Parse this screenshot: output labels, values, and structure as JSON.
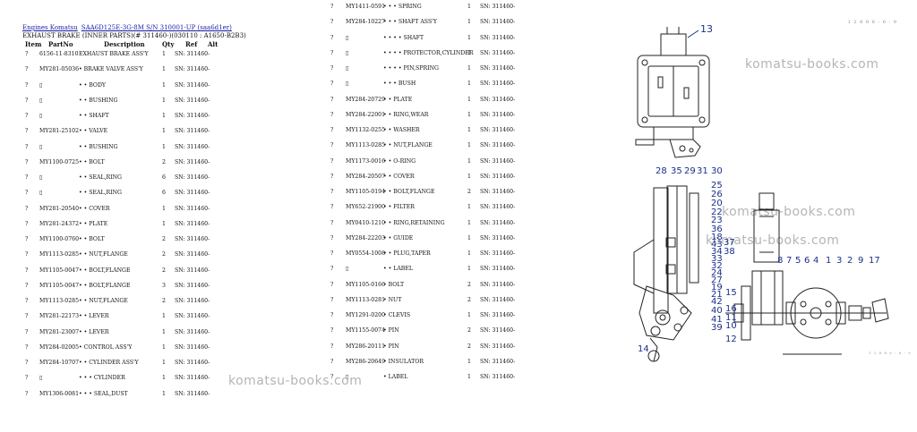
{
  "breadcrumb": [
    "Engines Komatsu",
    "SAA6D125E-3G-8M S/N 310001-UP (saa6d1er)"
  ],
  "subtitle": "EXHAUST BRAKE (INNER PARTS)(# 311460-)(030110 : A1650-B2B3)",
  "columns": {
    "item": "Item",
    "partno": "PartNo",
    "desc": "Description",
    "qty": "Qty",
    "ref": "Ref",
    "alt": "Alt"
  },
  "left_rows": [
    {
      "item": "?",
      "partno": "6156-11-8310",
      "desc": "EXHAUST BRAKE ASS'Y",
      "qty": "1",
      "ref": "SN: 311460-"
    },
    {
      "item": "?",
      "partno": "MY281-05036",
      "desc": "• BRAKE VALVE ASS'Y",
      "qty": "1",
      "ref": "SN: 311460-"
    },
    {
      "item": "?",
      "partno": "▯",
      "desc": "• • BODY",
      "qty": "1",
      "ref": "SN: 311460-"
    },
    {
      "item": "?",
      "partno": "▯",
      "desc": "• • BUSHING",
      "qty": "1",
      "ref": "SN: 311460-"
    },
    {
      "item": "?",
      "partno": "▯",
      "desc": "• • SHAFT",
      "qty": "1",
      "ref": "SN: 311460-"
    },
    {
      "item": "?",
      "partno": "MY281-25102",
      "desc": "• • VALVE",
      "qty": "1",
      "ref": "SN: 311460-"
    },
    {
      "item": "?",
      "partno": "▯",
      "desc": "• • BUSHING",
      "qty": "1",
      "ref": "SN: 311460-"
    },
    {
      "item": "?",
      "partno": "MY1100-0725",
      "desc": "• • BOLT",
      "qty": "2",
      "ref": "SN: 311460-"
    },
    {
      "item": "?",
      "partno": "▯",
      "desc": "• • SEAL,RING",
      "qty": "6",
      "ref": "SN: 311460-"
    },
    {
      "item": "?",
      "partno": "▯",
      "desc": "• • SEAL,RING",
      "qty": "6",
      "ref": "SN: 311460-"
    },
    {
      "item": "?",
      "partno": "MY281-20540",
      "desc": "• • COVER",
      "qty": "1",
      "ref": "SN: 311460-"
    },
    {
      "item": "?",
      "partno": "MY281-24372",
      "desc": "• • PLATE",
      "qty": "1",
      "ref": "SN: 311460-"
    },
    {
      "item": "?",
      "partno": "MY1100-0760",
      "desc": "• • BOLT",
      "qty": "2",
      "ref": "SN: 311460-"
    },
    {
      "item": "?",
      "partno": "MY1113-0285",
      "desc": "• • NUT,FLANGE",
      "qty": "2",
      "ref": "SN: 311460-"
    },
    {
      "item": "?",
      "partno": "MY1105-0047",
      "desc": "• • BOLT,FLANGE",
      "qty": "2",
      "ref": "SN: 311460-"
    },
    {
      "item": "?",
      "partno": "MY1105-0047",
      "desc": "• • BOLT,FLANGE",
      "qty": "3",
      "ref": "SN: 311460-"
    },
    {
      "item": "?",
      "partno": "MY1113-0285",
      "desc": "• • NUT,FLANGE",
      "qty": "2",
      "ref": "SN: 311460-"
    },
    {
      "item": "?",
      "partno": "MY281-22173",
      "desc": "• • LEVER",
      "qty": "1",
      "ref": "SN: 311460-"
    },
    {
      "item": "?",
      "partno": "MY281-23007",
      "desc": "• • LEVER",
      "qty": "1",
      "ref": "SN: 311460-"
    },
    {
      "item": "?",
      "partno": "MY284-02005",
      "desc": "• CONTROL ASS'Y",
      "qty": "1",
      "ref": "SN: 311460-"
    },
    {
      "item": "?",
      "partno": "MY284-10707",
      "desc": "• • CYLINDER ASS'Y",
      "qty": "1",
      "ref": "SN: 311460-"
    },
    {
      "item": "?",
      "partno": "▯",
      "desc": "• • • CYLINDER",
      "qty": "1",
      "ref": "SN: 311460-"
    },
    {
      "item": "?",
      "partno": "MY1306-0081",
      "desc": "• • • SEAL,DUST",
      "qty": "1",
      "ref": "SN: 311460-"
    }
  ],
  "right_rows": [
    {
      "item": "?",
      "partno": "MY1411-0591",
      "desc": "• • • SPRING",
      "qty": "1",
      "ref": "SN: 311460-"
    },
    {
      "item": "?",
      "partno": "MY284-10227",
      "desc": "• • • SHAFT ASS'Y",
      "qty": "1",
      "ref": "SN: 311460-"
    },
    {
      "item": "?",
      "partno": "▯",
      "desc": "• • • • SHAFT",
      "qty": "1",
      "ref": "SN: 311460-"
    },
    {
      "item": "?",
      "partno": "▯",
      "desc": "• • • • PROTECTOR,CYLINDER",
      "qty": "1",
      "ref": "SN: 311460-"
    },
    {
      "item": "?",
      "partno": "▯",
      "desc": "• • • • PIN,SPRING",
      "qty": "1",
      "ref": "SN: 311460-"
    },
    {
      "item": "?",
      "partno": "▯",
      "desc": "• • • BUSH",
      "qty": "1",
      "ref": "SN: 311460-"
    },
    {
      "item": "?",
      "partno": "MY284-20729",
      "desc": "• • PLATE",
      "qty": "1",
      "ref": "SN: 311460-"
    },
    {
      "item": "?",
      "partno": "MY284-22001",
      "desc": "• • RING,WEAR",
      "qty": "1",
      "ref": "SN: 311460-"
    },
    {
      "item": "?",
      "partno": "MY1132-0255",
      "desc": "• • WASHER",
      "qty": "1",
      "ref": "SN: 311460-"
    },
    {
      "item": "?",
      "partno": "MY1113-0285",
      "desc": "• • NUT,FLANGE",
      "qty": "1",
      "ref": "SN: 311460-"
    },
    {
      "item": "?",
      "partno": "MY1173-0016",
      "desc": "• • O-RING",
      "qty": "1",
      "ref": "SN: 311460-"
    },
    {
      "item": "?",
      "partno": "MY284-20507",
      "desc": "• • COVER",
      "qty": "1",
      "ref": "SN: 311460-"
    },
    {
      "item": "?",
      "partno": "MY1105-0194",
      "desc": "• • BOLT,FLANGE",
      "qty": "2",
      "ref": "SN: 311460-"
    },
    {
      "item": "?",
      "partno": "MY652-21900",
      "desc": "• • FILTER",
      "qty": "1",
      "ref": "SN: 311460-"
    },
    {
      "item": "?",
      "partno": "MY0410-1210",
      "desc": "• • RING,RETAINING",
      "qty": "1",
      "ref": "SN: 311460-"
    },
    {
      "item": "?",
      "partno": "MY284-22203",
      "desc": "• • GUIDE",
      "qty": "1",
      "ref": "SN: 311460-"
    },
    {
      "item": "?",
      "partno": "MY0554-1008",
      "desc": "• • PLUG,TAPER",
      "qty": "1",
      "ref": "SN: 311460-"
    },
    {
      "item": "?",
      "partno": "▯",
      "desc": "• • LABEL",
      "qty": "1",
      "ref": "SN: 311460-"
    },
    {
      "item": "?",
      "partno": "MY1105-0166",
      "desc": "• BOLT",
      "qty": "2",
      "ref": "SN: 311460-"
    },
    {
      "item": "?",
      "partno": "MY1113-0281",
      "desc": "• NUT",
      "qty": "2",
      "ref": "SN: 311460-"
    },
    {
      "item": "?",
      "partno": "MY1291-0200",
      "desc": "• CLEVIS",
      "qty": "1",
      "ref": "SN: 311460-"
    },
    {
      "item": "?",
      "partno": "MY1155-0074",
      "desc": "• PIN",
      "qty": "2",
      "ref": "SN: 311460-"
    },
    {
      "item": "?",
      "partno": "MY286-20111",
      "desc": "• PIN",
      "qty": "2",
      "ref": "SN: 311460-"
    },
    {
      "item": "?",
      "partno": "MY286-20649",
      "desc": "• INSULATOR",
      "qty": "1",
      "ref": "SN: 311460-"
    },
    {
      "item": "?",
      "partno": "▯",
      "desc": "• LABEL",
      "qty": "1",
      "ref": "SN: 311460-"
    }
  ],
  "watermark": "komatsu-books.com",
  "diagram": {
    "corner_tag": "1 2 8 8 6 - 6 - 9",
    "bottom_tag": "1 2 8 8 6 - 6 - 9",
    "callouts": [
      "13",
      "28",
      "35",
      "29",
      "31",
      "30",
      "25",
      "26",
      "20",
      "22",
      "23",
      "36",
      "18",
      "43",
      "34",
      "33",
      "32",
      "19",
      "37",
      "38",
      "24",
      "27",
      "21",
      "42",
      "40",
      "41",
      "39",
      "15",
      "16",
      "11",
      "10",
      "12",
      "14",
      "8",
      "7",
      "5",
      "6",
      "4",
      "1",
      "3",
      "2",
      "9",
      "17"
    ]
  }
}
